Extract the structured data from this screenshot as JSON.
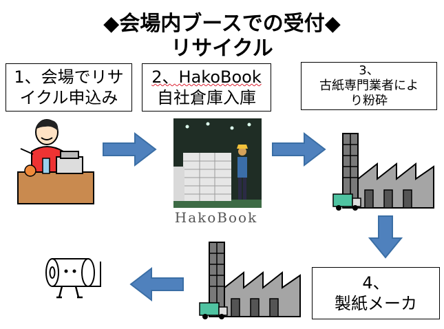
{
  "title": {
    "line1": "◆会場内ブースでの受付◆",
    "line2": "リサイクル"
  },
  "steps": [
    {
      "line1": "1、会場でリサ",
      "line2": "イクル申込み"
    },
    {
      "line1": "2、HakoBook",
      "line2": "自社倉庫入庫"
    },
    {
      "line1": "3、",
      "line2": "古紙専門業者によ",
      "line3": "り粉砕"
    },
    {
      "line1": "4、",
      "line2": "製紙メーカ"
    }
  ],
  "logo_text": "HakoBook",
  "colors": {
    "arrow": "#4f81bd",
    "arrow_stroke": "#3a6ea5",
    "factory": "#7a7a7a",
    "truck": "#4fc3a1"
  }
}
